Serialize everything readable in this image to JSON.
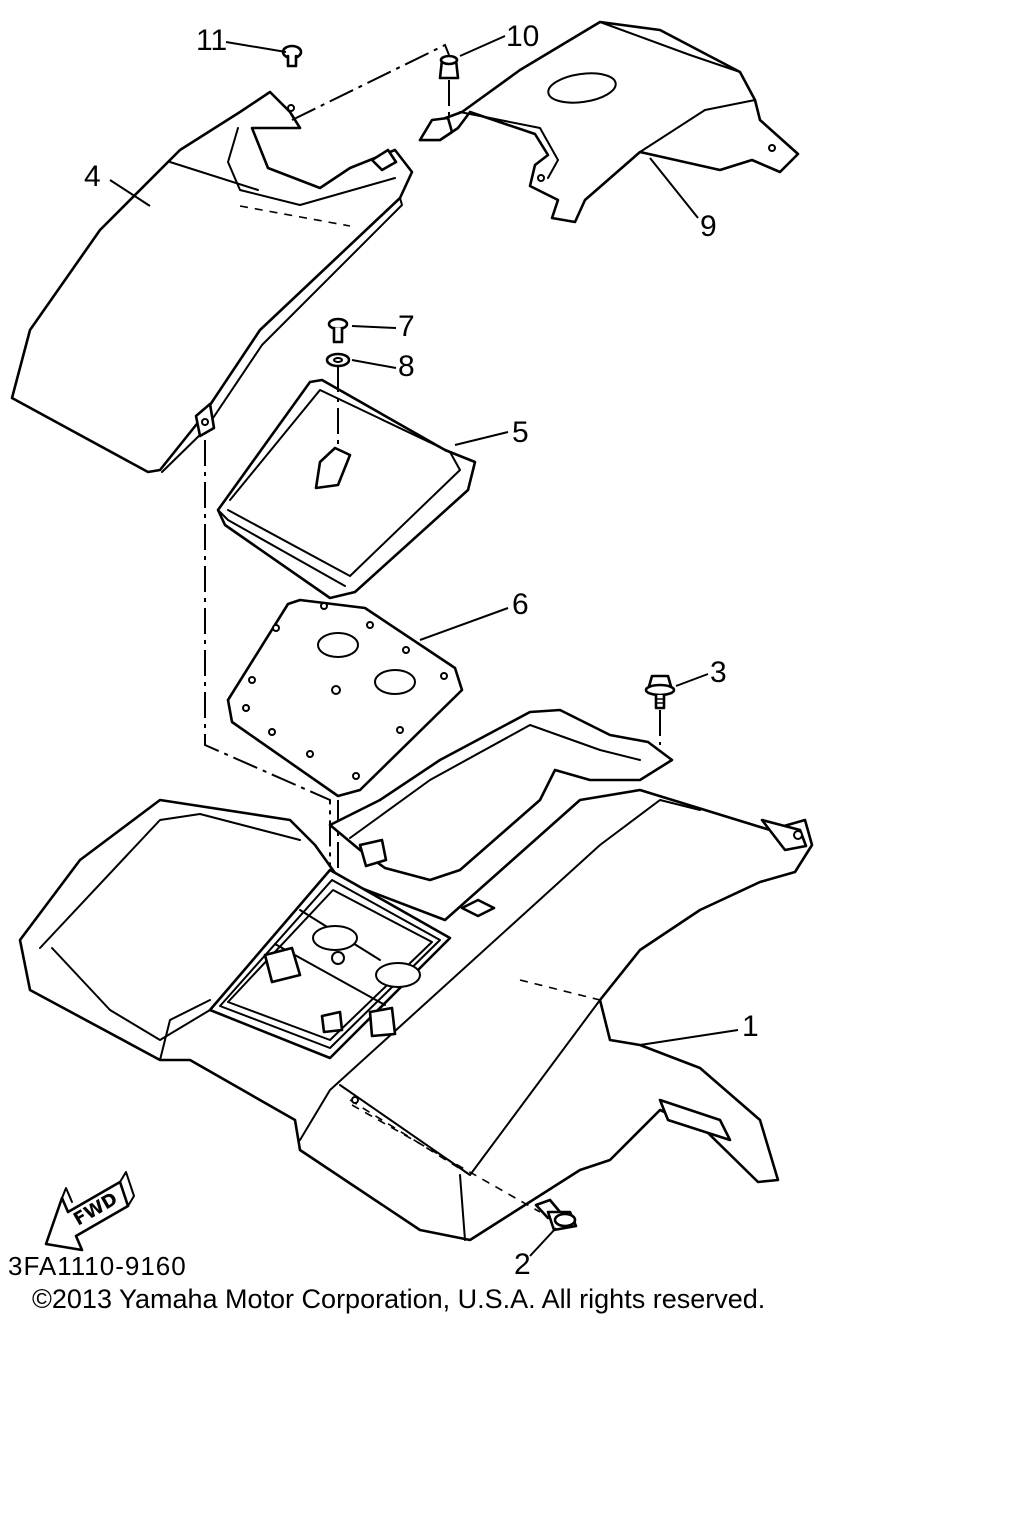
{
  "diagram": {
    "callouts": [
      {
        "id": "1",
        "label": "1"
      },
      {
        "id": "2",
        "label": "2"
      },
      {
        "id": "3",
        "label": "3"
      },
      {
        "id": "4",
        "label": "4"
      },
      {
        "id": "5",
        "label": "5"
      },
      {
        "id": "6",
        "label": "6"
      },
      {
        "id": "7",
        "label": "7"
      },
      {
        "id": "8",
        "label": "8"
      },
      {
        "id": "9",
        "label": "9"
      },
      {
        "id": "10",
        "label": "10"
      },
      {
        "id": "11",
        "label": "11"
      }
    ],
    "fwd_label": "FWD",
    "diagram_code": "3FA1110-9160"
  },
  "copyright": "©2013 Yamaha Motor Corporation, U.S.A. All rights reserved."
}
